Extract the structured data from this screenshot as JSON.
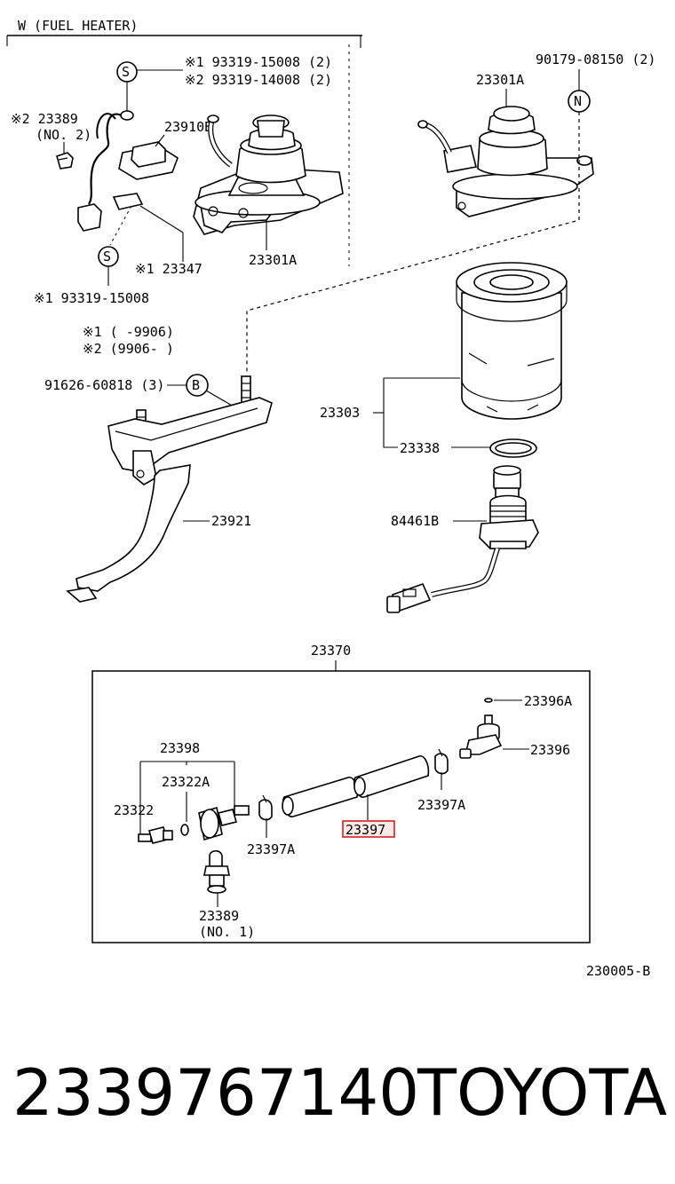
{
  "section_title": "W (FUEL  HEATER)",
  "labels": {
    "screw_note_1": "※1 93319-15008 (2)",
    "screw_note_2": "※2 93319-14008 (2)",
    "clamp_2_code": "※2 23389",
    "clamp_2_no": "(NO. 2)",
    "heater_switch": "23910B",
    "clamp_1_code": "※1 23347",
    "screw_bottom": "※1 93319-15008",
    "bracket_head_left": "23301A",
    "bolt_n": "90179-08150 (2)",
    "bracket_head_right": "23301A",
    "date_1": "※1 (      -9906)",
    "date_2": "※2 (9906-      )",
    "bolt_b": "91626-60818 (3)",
    "bracket": "23921",
    "filter": "23303",
    "gasket": "23338",
    "sensor": "84461B",
    "set_no": "23370",
    "air_vent": "23396A",
    "vent_plug": "23396",
    "hose_group": "23398",
    "plug_a": "23322A",
    "plug": "23322",
    "clip_a_left": "23397A",
    "hose_highlight": "23397",
    "clip_a_right": "23397A",
    "clamp_no1_code": "23389",
    "clamp_no1_no": "(NO. 1)",
    "figure_code": "230005-B"
  },
  "symbols": {
    "s_top": "S",
    "s_bottom": "S",
    "n": "N",
    "b": "B"
  },
  "footer": {
    "part_number": "2339767140",
    "brand": "TOYOTA"
  },
  "colors": {
    "highlight": "#cc2222",
    "highlight_fill": "#fde8e8"
  }
}
